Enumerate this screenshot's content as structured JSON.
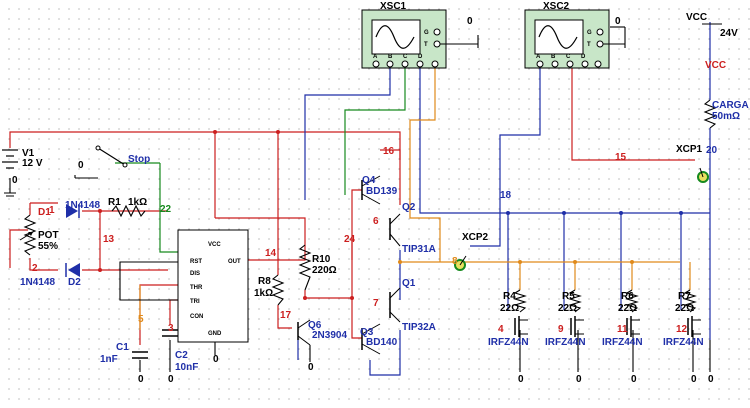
{
  "colors": {
    "wire_red": "#cc1f1f",
    "wire_blue": "#1f2fa8",
    "wire_green": "#178a1f",
    "wire_orange": "#e08a1a",
    "label_blue": "#1f2fa8",
    "scope_body": "#c8e6c8"
  },
  "scopes": [
    {
      "name": "XSC1",
      "terminals": [
        "G",
        "T"
      ],
      "channels": [
        "A",
        "B",
        "C",
        "D"
      ]
    },
    {
      "name": "XSC2",
      "terminals": [
        "G",
        "T"
      ],
      "channels": [
        "A",
        "B",
        "C",
        "D"
      ]
    }
  ],
  "probes": [
    {
      "name": "XCP1"
    },
    {
      "name": "XCP2"
    }
  ],
  "supply": {
    "label": "VCC",
    "value": "24V",
    "net": "VCC"
  },
  "load": {
    "name": "CARGA",
    "value": "50mΩ"
  },
  "battery": {
    "name": "V1",
    "value": "12 V"
  },
  "switch": {
    "label": "Stop",
    "node": "0"
  },
  "diodes": [
    {
      "ref": "D1",
      "part": "1N4148"
    },
    {
      "ref": "D2",
      "part": "1N4148"
    }
  ],
  "pot": {
    "name": "POT",
    "value": "55%"
  },
  "resistors": [
    {
      "name": "R1",
      "value": "1kΩ"
    },
    {
      "name": "R8",
      "value": "1kΩ"
    },
    {
      "name": "R10",
      "value": "220Ω"
    },
    {
      "name": "R4",
      "value": "22Ω"
    },
    {
      "name": "R5",
      "value": "22Ω"
    },
    {
      "name": "R6",
      "value": "22Ω"
    },
    {
      "name": "R7",
      "value": "22Ω"
    }
  ],
  "capacitors": [
    {
      "name": "C1",
      "value": "1nF"
    },
    {
      "name": "C2",
      "value": "10nF"
    }
  ],
  "timer_pins": [
    "RST",
    "DIS",
    "THR",
    "TRI",
    "CON",
    "GND",
    "VCC",
    "OUT"
  ],
  "transistors": [
    {
      "ref": "Q4",
      "part": "BD139"
    },
    {
      "ref": "Q2",
      "part": "TIP31A"
    },
    {
      "ref": "Q1",
      "part": "TIP32A"
    },
    {
      "ref": "Q3",
      "part": "BD140"
    },
    {
      "ref": "Q6",
      "part": "2N3904"
    }
  ],
  "mosfets": [
    {
      "node": "4",
      "part": "IRFZ44N"
    },
    {
      "node": "9",
      "part": "IRFZ44N"
    },
    {
      "node": "11",
      "part": "IRFZ44N"
    },
    {
      "node": "12",
      "part": "IRFZ44N"
    }
  ],
  "nets": [
    "22",
    "13",
    "2",
    "1",
    "5",
    "3",
    "14",
    "17",
    "24",
    "16",
    "6",
    "7",
    "8",
    "18",
    "15",
    "20"
  ],
  "ground": "0"
}
